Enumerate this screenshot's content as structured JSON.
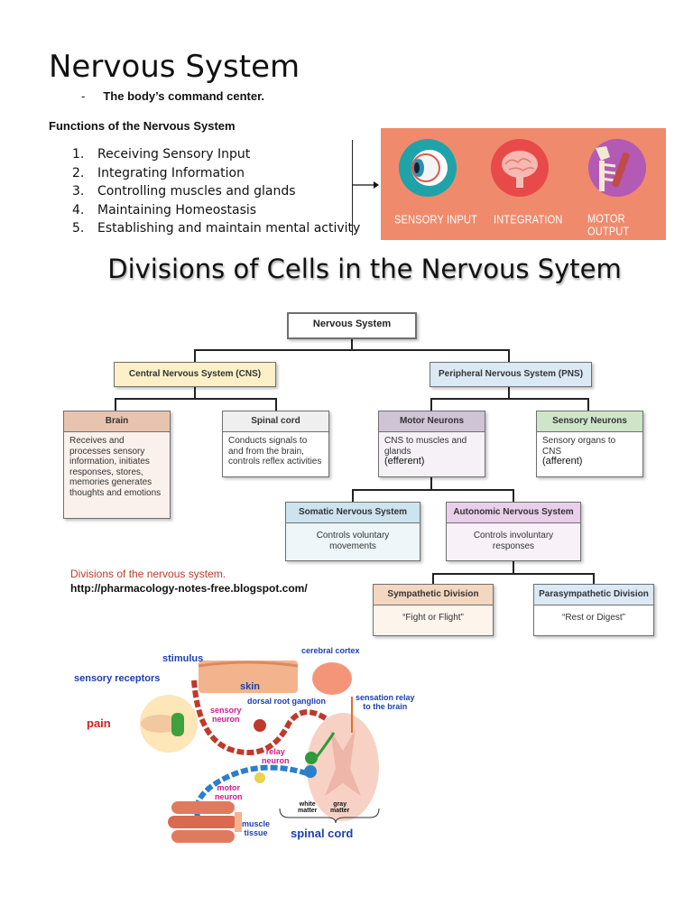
{
  "header": {
    "title": "Nervous System",
    "subtitle_dash": "-",
    "subtitle": "The body’s command center."
  },
  "functions": {
    "heading": "Functions of the Nervous System",
    "items": [
      {
        "num": "1.",
        "text": "Receiving Sensory Input"
      },
      {
        "num": "2.",
        "text": "Integrating Information"
      },
      {
        "num": "3.",
        "text": "Controlling muscles and glands"
      },
      {
        "num": "4.",
        "text": "Maintaining Homeostasis"
      },
      {
        "num": "5.",
        "text": "Establishing and maintain mental activity"
      }
    ]
  },
  "banner": {
    "labels": [
      "SENSORY INPUT",
      "INTEGRATION",
      "MOTOR OUTPUT"
    ],
    "icons": [
      "eye-icon",
      "brain-icon",
      "arm-bones-icon"
    ],
    "background": "#f08a6c"
  },
  "divisions_title": "Divisions of Cells in the Nervous Sytem",
  "chart": {
    "root": "Nervous System",
    "cns": "Central Nervous System (CNS)",
    "pns": "Peripheral Nervous System (PNS)",
    "brain": {
      "title": "Brain",
      "body": "Receives and processes sensory information, initiates responses, stores, memories generates thoughts and emotions"
    },
    "spinal": {
      "title": "Spinal cord",
      "body": "Conducts signals to and from the brain, controls reflex activities"
    },
    "motor": {
      "title": "Motor Neurons",
      "body": "CNS to muscles and glands",
      "note": "(efferent)"
    },
    "sensory": {
      "title": "Sensory Neurons",
      "body": "Sensory organs to CNS",
      "note": "(afferent)"
    },
    "somatic": {
      "title": "Somatic Nervous System",
      "body": "Controls voluntary movements"
    },
    "autonomic": {
      "title": "Autonomic Nervous System",
      "body": "Controls involuntary responses"
    },
    "sympathetic": {
      "title": "Sympathetic Division",
      "body": "“Fight or Flight”"
    },
    "parasympathetic": {
      "title": "Parasympathetic Division",
      "body": "“Rest or Digest”"
    },
    "credit_caption": "Divisions of the nervous system.",
    "credit_url": "http://pharmacology-notes-free.blogspot.com/"
  },
  "reflex_diagram": {
    "labels": {
      "stimulus": "stimulus",
      "sensory_receptors": "sensory receptors",
      "skin": "skin",
      "pain": "pain",
      "cerebral_cortex": "cerebral cortex",
      "dorsal_root_ganglion": "dorsal root ganglion",
      "sensory_neuron": "sensory\nneuron",
      "sensation_relay": "sensation relay\nto the brain",
      "relay_neuron": "relay\nneuron",
      "motor_neuron": "motor\nneuron",
      "white_matter": "white\nmatter",
      "gray_matter": "gray\nmatter",
      "muscle_tissue": "muscle\ntissue",
      "spinal_cord": "spinal cord"
    },
    "colors": {
      "sensory": "#c0392b",
      "motor": "#2c7fc9",
      "relay": "#2e9a3a",
      "label_blue": "#1d3fb0",
      "label_magenta": "#d01c8b"
    }
  }
}
